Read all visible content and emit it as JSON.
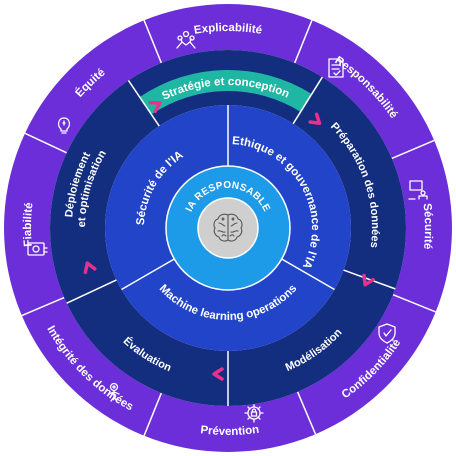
{
  "colors": {
    "outer_ring": "#6B2ED9",
    "middle_ring": "#132E7E",
    "highlight_segment": "#1FB7A4",
    "inner_ring": "#2244C8",
    "core_ring": "#1E9BE8",
    "center": "#CFCFCF",
    "separator": "#ffffff",
    "accent_arrow": "#E8308C",
    "icon_stroke": "#ffffff",
    "brain_stroke": "#555555"
  },
  "outer_ring": {
    "items": [
      {
        "label": "Équité",
        "icon": "hands-together-icon"
      },
      {
        "label": "Explicabilité",
        "icon": "document-check-icon"
      },
      {
        "label": "Responsabilité",
        "icon": "person-presenting-icon"
      },
      {
        "label": "Sécurité",
        "icon": "shield-check-icon"
      },
      {
        "label": "Confidentialité",
        "icon": "gear-lock-icon"
      },
      {
        "label": "Prévention",
        "icon": "person-target-icon"
      },
      {
        "label": "Intégrité des données",
        "icon": "data-screen-icon"
      },
      {
        "label": "Fiabilité",
        "icon": "lightbulb-hand-icon"
      }
    ]
  },
  "middle_ring": {
    "items": [
      {
        "label": "Stratégie et conception",
        "highlighted": true
      },
      {
        "label": "Préparation des données",
        "highlighted": false
      },
      {
        "label": "Modélisation",
        "highlighted": false
      },
      {
        "label": "Évaluation",
        "highlighted": false
      },
      {
        "label_line1": "Déploiement",
        "label_line2": "et optimisation",
        "highlighted": false
      }
    ]
  },
  "inner_ring": {
    "items": [
      {
        "label": "Sécurité de l'IA"
      },
      {
        "label": "Ethique et gouvernance de l'IA"
      },
      {
        "label": "Machine learning operations"
      }
    ]
  },
  "core": {
    "label": "IA RESPONSABLE",
    "icon": "brain-icon"
  }
}
